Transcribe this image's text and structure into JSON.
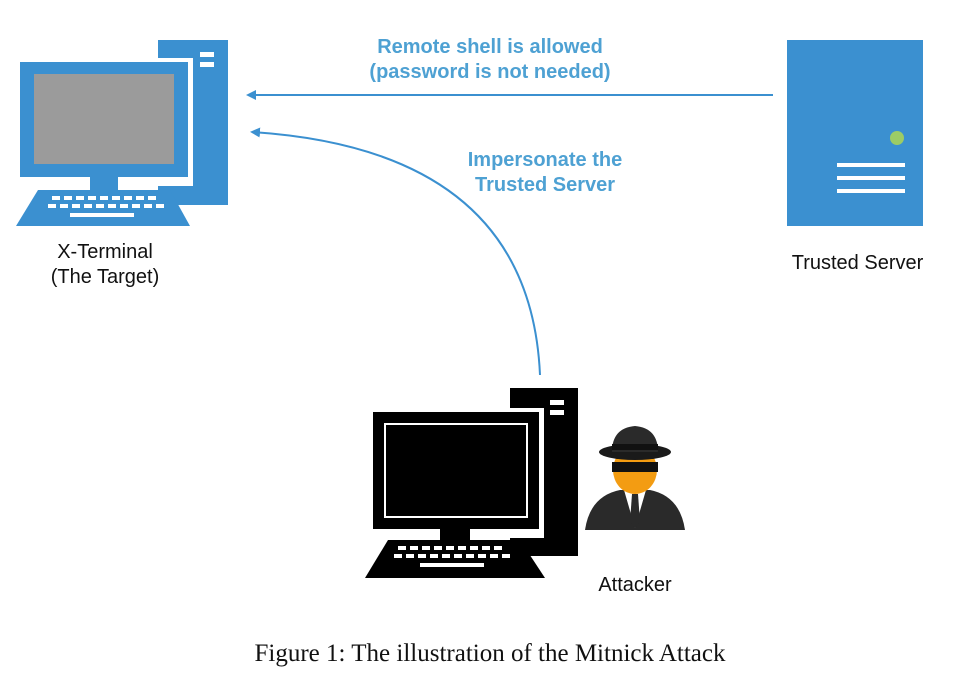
{
  "nodes": {
    "target": {
      "line1": "X-Terminal",
      "line2": "(The Target)",
      "icon": "computer-icon"
    },
    "trusted_server": {
      "label": "Trusted Server",
      "icon": "server-icon"
    },
    "attacker": {
      "label": "Attacker",
      "icon": "computer-icon",
      "avatar": "spy-icon"
    }
  },
  "edges": {
    "server_to_target": {
      "line1": "Remote shell is allowed",
      "line2": "(password is not needed)"
    },
    "attacker_to_target": {
      "line1": "Impersonate the",
      "line2": "Trusted Server"
    }
  },
  "caption": "Figure 1: The illustration of the Mitnick Attack",
  "colors": {
    "accent": "#4ea1d3",
    "icon_blue": "#3b90d0",
    "screen_gray": "#9b9b9b",
    "attacker": "#000000",
    "server_led": "#9ccc65"
  }
}
